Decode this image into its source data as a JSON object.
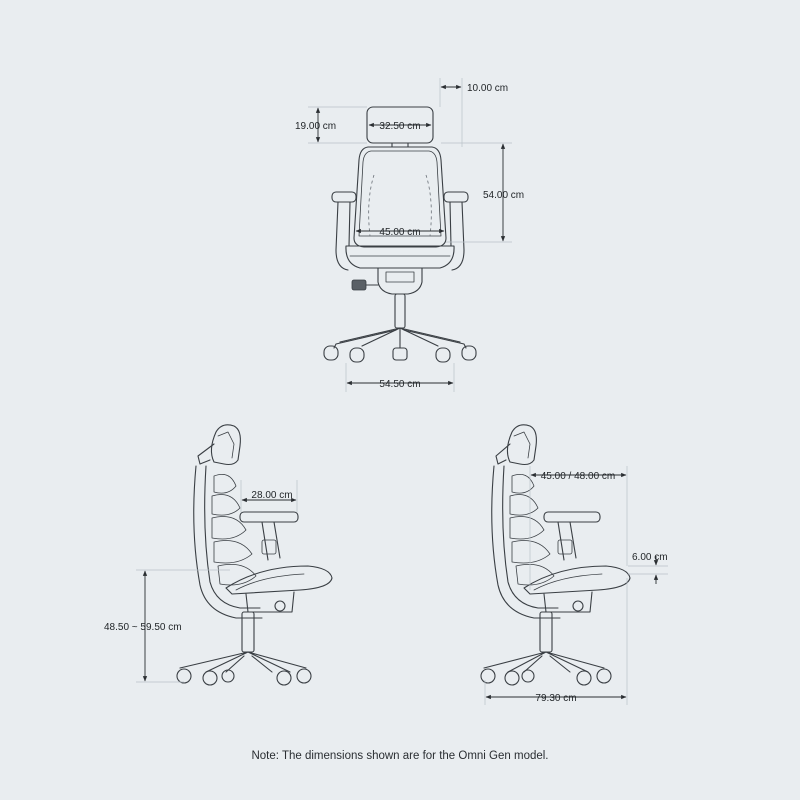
{
  "dimensions": {
    "front_headrest_offset": "10.00 cm",
    "front_headrest_height": "19.00 cm",
    "front_headrest_width": "32.50 cm",
    "front_back_height": "54.00 cm",
    "front_seat_width": "45.00 cm",
    "front_base_width": "54.50 cm",
    "side_armrest_depth": "28.00 cm",
    "side_seat_height": "48.50 ~ 59.50 cm",
    "side_seat_depth": "45.00 / 48.00 cm",
    "side_seat_slide": "6.00 cm",
    "side_base_depth": "79.30 cm"
  },
  "note": "Note: The dimensions shown are for the Omni Gen model.",
  "colors": {
    "background": "#e9edf0",
    "line": "#3a3f44",
    "text": "#1f2326"
  }
}
